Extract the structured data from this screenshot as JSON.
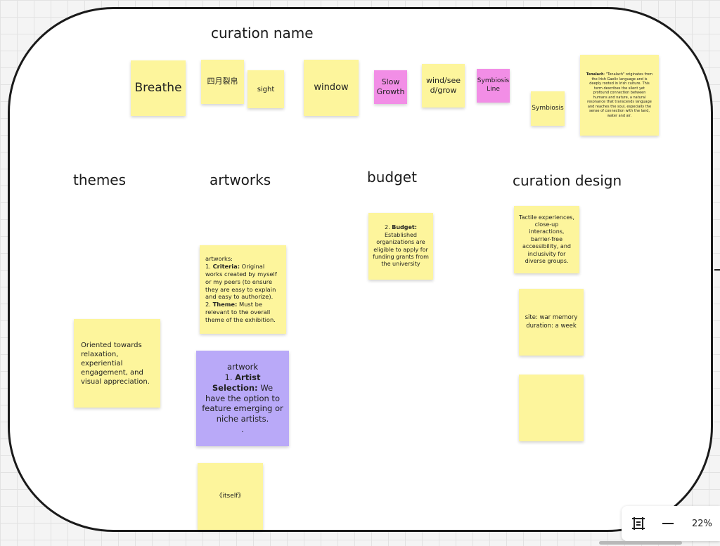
{
  "headings": {
    "curation_name": "curation name",
    "themes": "themes",
    "artworks": "artworks",
    "budget": "budget",
    "curation_design": "curation design"
  },
  "notes": {
    "breathe": "Breathe",
    "chinese": "四月裂帛",
    "sight": "sight",
    "window": "window",
    "slow_growth": "Slow Growth",
    "wind": "wind/seed/grow",
    "symbiosis_line": "Symbiosis Line",
    "symbiosis": "Symbiosis",
    "tenalach_bold": "Tenalach",
    "tenalach_text": ": \"Tenalach\" originates from the Irish Gaelic language and is deeply rooted in Irish culture. This term describes the silent yet profound connection between humans and nature, a natural resonance that transcends language and reaches the soul, especially the sense of connection with the land, water and air.",
    "themes_text": "Oriented towards relaxation, experiential engagement, and visual appreciation.",
    "art_intro": "artworks:",
    "art_1": "1. ",
    "art_criteria": "Criteria:",
    "art_criteria_text": " Original works created by myself or my peers (to ensure they are easy to explain and easy to authorize).",
    "art_2": "2. ",
    "art_theme": "Theme:",
    "art_theme_text": " Must be relevant to the overall theme of the exhibition.",
    "artwork_title": "artwork",
    "artwork_1": "1. ",
    "artwork_bold": "Artist Selection:",
    "artwork_text": " We have the option to feature emerging or niche artists.",
    "artwork_dot": ".",
    "itself": "《itself》",
    "budget_num": "2. ",
    "budget_bold": "Budget:",
    "budget_text": " Established organizations are eligible to apply for funding grants from the university",
    "design_text": "Tactile experiences, close-up interactions, barrier-free accessibility, and inclusivity for diverse groups.",
    "site": "site: war memory",
    "duration": "duration: a week"
  },
  "zoom": {
    "level": "22%"
  },
  "colors": {
    "yellow": "#fdf59c",
    "pink": "#f28ee6",
    "purple": "#b9a9f8"
  }
}
